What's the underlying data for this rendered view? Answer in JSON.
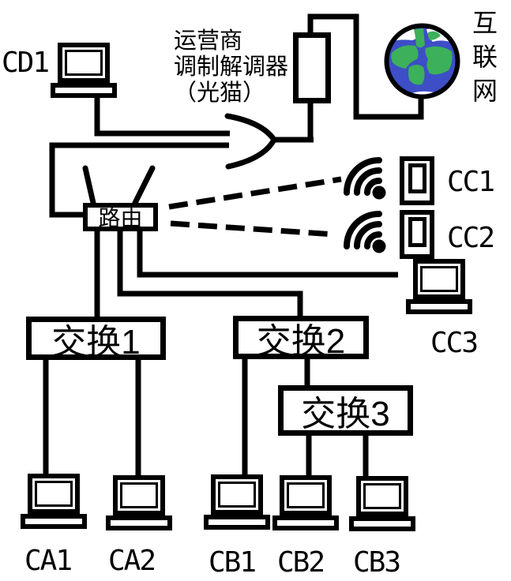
{
  "colors": {
    "background": "#ffffff",
    "ink": "#000000",
    "globe_ocean": "#3d4ec6",
    "globe_land": "#3cb05a"
  },
  "nodes": {
    "cd1": {
      "label": "CD1",
      "type": "desktop-computer"
    },
    "modem": {
      "line1": "运营商",
      "line2": "调制解调器",
      "line3": "（光猫）",
      "type": "isp-optical-modem"
    },
    "internet": {
      "label": "互联网",
      "type": "internet-globe"
    },
    "router": {
      "label": "路由",
      "type": "wireless-router"
    },
    "cc1": {
      "label": "CC1",
      "type": "wireless-phone"
    },
    "cc2": {
      "label": "CC2",
      "type": "wireless-phone"
    },
    "cc3": {
      "label": "CC3",
      "type": "desktop-computer"
    },
    "switch1": {
      "label": "交换1",
      "type": "ethernet-switch"
    },
    "switch2": {
      "label": "交换2",
      "type": "ethernet-switch"
    },
    "switch3": {
      "label": "交换3",
      "type": "ethernet-switch"
    },
    "ca1": {
      "label": "CA1",
      "type": "desktop-computer"
    },
    "ca2": {
      "label": "CA2",
      "type": "desktop-computer"
    },
    "cb1": {
      "label": "CB1",
      "type": "desktop-computer"
    },
    "cb2": {
      "label": "CB2",
      "type": "desktop-computer"
    },
    "cb3": {
      "label": "CB3",
      "type": "desktop-computer"
    }
  },
  "connections": [
    {
      "from": "CD1",
      "to": "光猫",
      "style": "wired"
    },
    {
      "from": "路由",
      "to": "光猫",
      "style": "wired"
    },
    {
      "from": "光猫",
      "to": "互联网",
      "style": "wired"
    },
    {
      "from": "路由",
      "to": "CC1",
      "style": "wireless-dashed"
    },
    {
      "from": "路由",
      "to": "CC2",
      "style": "wireless-dashed"
    },
    {
      "from": "路由",
      "to": "CC3",
      "style": "wired"
    },
    {
      "from": "路由",
      "to": "交换1",
      "style": "wired"
    },
    {
      "from": "路由",
      "to": "交换2",
      "style": "wired"
    },
    {
      "from": "交换1",
      "to": "CA1",
      "style": "wired"
    },
    {
      "from": "交换1",
      "to": "CA2",
      "style": "wired"
    },
    {
      "from": "交换2",
      "to": "CB1",
      "style": "wired"
    },
    {
      "from": "交换2",
      "to": "交换3",
      "style": "wired"
    },
    {
      "from": "交换3",
      "to": "CB2",
      "style": "wired"
    },
    {
      "from": "交换3",
      "to": "CB3",
      "style": "wired"
    }
  ]
}
